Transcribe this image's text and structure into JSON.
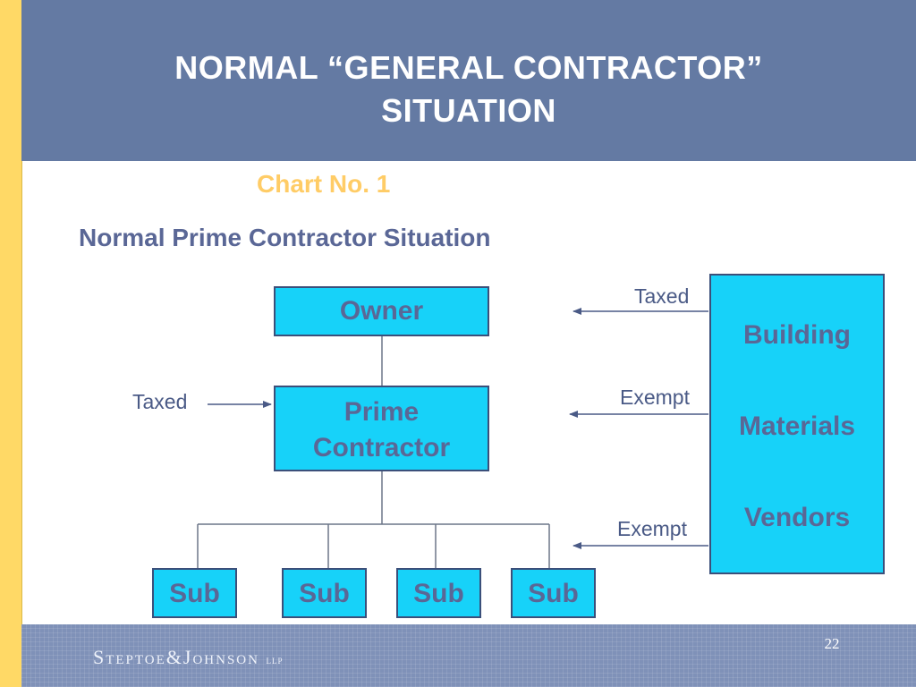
{
  "slide": {
    "title_line1": "NORMAL “GENERAL CONTRACTOR”",
    "title_line2": "SITUATION",
    "chart_no": "Chart No. 1",
    "subtitle": "Normal Prime Contractor Situation",
    "page_number": "22"
  },
  "diagram": {
    "owner": "Owner",
    "prime_line1": "Prime",
    "prime_line2": "Contractor",
    "subs": [
      "Sub",
      "Sub",
      "Sub",
      "Sub"
    ],
    "vendors": {
      "line1": "Building",
      "line2": "Materials",
      "line3": "Vendors"
    },
    "labels": {
      "taxed_left": "Taxed",
      "taxed_owner": "Taxed",
      "exempt_prime": "Exempt",
      "exempt_subs": "Exempt"
    }
  },
  "footer": {
    "logo_main": "Steptoe&Johnson",
    "logo_suffix": "LLP"
  },
  "colors": {
    "header": "#647aa3",
    "box_fill": "#17d2f9",
    "box_border": "#3b4f7a",
    "text_dark": "#5a6796",
    "chart_no": "#ffcc66",
    "stripe": "#ffd966"
  }
}
